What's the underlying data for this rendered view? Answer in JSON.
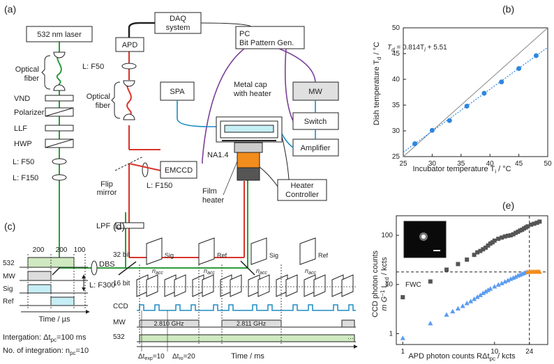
{
  "panels": {
    "a": "(a)",
    "b": "(b)",
    "c": "(c)",
    "d": "(d)",
    "e": "(e)"
  },
  "setup": {
    "laser": "532 nm laser",
    "optical_fiber_1": [
      "Optical",
      "fiber"
    ],
    "optical_fiber_2": [
      "Optical",
      "fiber"
    ],
    "vnd": "VND",
    "polarizer": "Polarizer",
    "llf": "LLF",
    "hwp": "HWP",
    "l_f50_a": "L: F50",
    "l_f150_a": "L: F150",
    "l_f300": "L: F300",
    "daq": [
      "DAQ",
      "system"
    ],
    "apd": "APD",
    "l_f50_b": "L: F50",
    "pc": [
      "PC",
      "Bit Pattern Gen."
    ],
    "mw": "MW",
    "spa": "SPA",
    "metal_cap": [
      "Metal cap",
      "with heater"
    ],
    "switch": "Switch",
    "amplifier": "Amplifier",
    "emccd": "EMCCD",
    "flip_mirror": [
      "Flip",
      "mirror"
    ],
    "l_f150_b": "L: F150",
    "na": "NA1.4",
    "film_heater": [
      "Film",
      "heater"
    ],
    "lpf": "LPF",
    "dbs": "DBS",
    "heater_controller": [
      "Heater",
      "Controller"
    ]
  },
  "panel_c": {
    "channels": [
      "532",
      "MW",
      "Sig",
      "Ref"
    ],
    "durations": [
      "200",
      "200",
      "100"
    ],
    "xlabel": "Time / µs",
    "integration": "Intergation: Δt",
    "integration_sub": "pc",
    "integration_val": "=100 ms",
    "num_integration": "No. of integration: n",
    "num_integration_sub": "pc",
    "num_integration_val": "=10",
    "colors": {
      "green": "#cfe9c0",
      "cyan": "#c6eef5",
      "gray": "#dddddd"
    }
  },
  "panel_d": {
    "rows": [
      "32 bit",
      "16 bit",
      "CCD",
      "MW",
      "532"
    ],
    "frames32": [
      "Sig",
      "Ref",
      "Sig",
      "Ref"
    ],
    "nacc": "n",
    "nacc_sub": "acc",
    "freq1": "2.810 GHz",
    "freq2": "2.811 GHz",
    "dt_exp": "Δt",
    "dt_exp_sub": "exp",
    "dt_exp_val": "=10",
    "dt_ro": "Δt",
    "dt_ro_sub": "ro",
    "dt_ro_val": "=20",
    "ellipsis": "···",
    "xlabel": "Time / ms"
  },
  "chart_data": [
    {
      "type": "scatter",
      "panel": "b",
      "xlabel": "Incubator temperature T",
      "xlabel_sub": "i",
      "xlabel_unit": " / °C",
      "ylabel": "Dish temperature T",
      "ylabel_sub": "d",
      "ylabel_unit": " / °C",
      "equation": "T",
      "equation_sub": "d",
      "equation_rest": " = 0.814T",
      "equation_sub2": "i",
      "equation_tail": " + 5.51",
      "xlim": [
        25,
        50
      ],
      "ylim": [
        25,
        50
      ],
      "xticks": [
        25,
        30,
        35,
        40,
        45,
        50
      ],
      "yticks": [
        25,
        30,
        35,
        40,
        45,
        50
      ],
      "x": [
        27,
        30,
        33,
        36,
        39,
        42,
        45,
        48
      ],
      "y": [
        27.5,
        30.1,
        32.0,
        34.8,
        37.3,
        39.5,
        42.1,
        44.6
      ],
      "fit": {
        "slope": 0.814,
        "intercept": 5.51
      },
      "identity_line": true,
      "marker_color": "#2e86de"
    },
    {
      "type": "scatter",
      "panel": "e",
      "xscale": "log",
      "yscale": "log",
      "xlim": [
        0.85,
        38
      ],
      "ylim": [
        0.6,
        250
      ],
      "xticks": [
        1,
        10,
        24
      ],
      "yticks": [
        1,
        10,
        100
      ],
      "xlabel": "APD photon counts  RΔt",
      "xlabel_sub": "pc",
      "xlabel_unit": " / kcts",
      "ylabel": "CCD photon counts",
      "ylabel2": "m G",
      "ylabel2_sup": "−1",
      "ylabel2_rest": " I",
      "ylabel2_sub": "ccd",
      "ylabel2_unit": " / kcts",
      "fwc_label": "FWC",
      "fwc_level": 18,
      "vline": 24,
      "series": [
        {
          "marker": "square",
          "color": "#555555",
          "x": [
            1.0,
            2.0,
            3.0,
            4.0,
            5.0,
            6.0,
            6.5,
            7.0,
            7.5,
            8.0,
            8.5,
            9.0,
            9.5,
            10.0,
            11.0,
            12.0,
            13.0,
            14.0,
            15.0,
            16.0,
            17.0,
            18.0,
            19.0,
            20.0,
            21.0,
            22.0,
            23.0,
            25.0,
            27.0,
            29.0,
            31.0
          ],
          "y": [
            5.5,
            11.5,
            20,
            26,
            32,
            40,
            45,
            48,
            52,
            56,
            62,
            68,
            72,
            78,
            85,
            90,
            95,
            98,
            100,
            105,
            112,
            118,
            125,
            130,
            138,
            145,
            152,
            165,
            172,
            180,
            190
          ]
        },
        {
          "marker": "triangle",
          "color": "#5b9bf0",
          "x": [
            1.0,
            2.0,
            3.0,
            3.5,
            4.0,
            4.5,
            5.0,
            5.5,
            6.0,
            6.5,
            7.0,
            7.5,
            8.0,
            8.5,
            9.0,
            10.0,
            11.0,
            12.0,
            13.0,
            14.0,
            15.0,
            16.0,
            17.0,
            18.0,
            19.0,
            20.0,
            21.0,
            22.0
          ],
          "y": [
            0.8,
            1.6,
            2.4,
            2.8,
            3.2,
            3.6,
            4.1,
            4.5,
            5.0,
            5.5,
            6.0,
            6.6,
            7.1,
            7.6,
            8.1,
            9.0,
            9.8,
            10.5,
            11.3,
            12.0,
            12.8,
            13.5,
            14.2,
            15.0,
            15.6,
            16.3,
            16.9,
            17.5
          ]
        },
        {
          "marker": "triangle",
          "color": "#f28c1c",
          "x": [
            23.0,
            24.0,
            25.0,
            26.0,
            27.0,
            28.0,
            29.0,
            30.0,
            31.0
          ],
          "y": [
            17.8,
            17.9,
            18.0,
            17.9,
            18.0,
            17.9,
            18.0,
            18.0,
            17.9
          ]
        }
      ]
    }
  ]
}
